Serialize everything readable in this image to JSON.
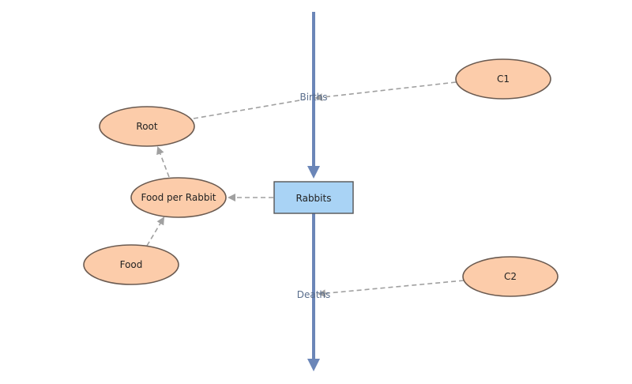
{
  "diagram": {
    "stock": {
      "label": "Rabbits",
      "fill": "#a9d3f5",
      "stroke": "#555555"
    },
    "flows": {
      "births": {
        "label": "Births"
      },
      "deaths": {
        "label": "Deaths"
      }
    },
    "variables": {
      "root": {
        "label": "Root"
      },
      "c1": {
        "label": "C1"
      },
      "c2": {
        "label": "C2"
      },
      "food_per_rabbit": {
        "label": "Food per Rabbit"
      },
      "food": {
        "label": "Food"
      }
    },
    "colors": {
      "variable_fill": "#fcccaa",
      "variable_stroke": "#6a5a50",
      "flow": "#6b86b8",
      "link": "#a0a0a0"
    }
  }
}
